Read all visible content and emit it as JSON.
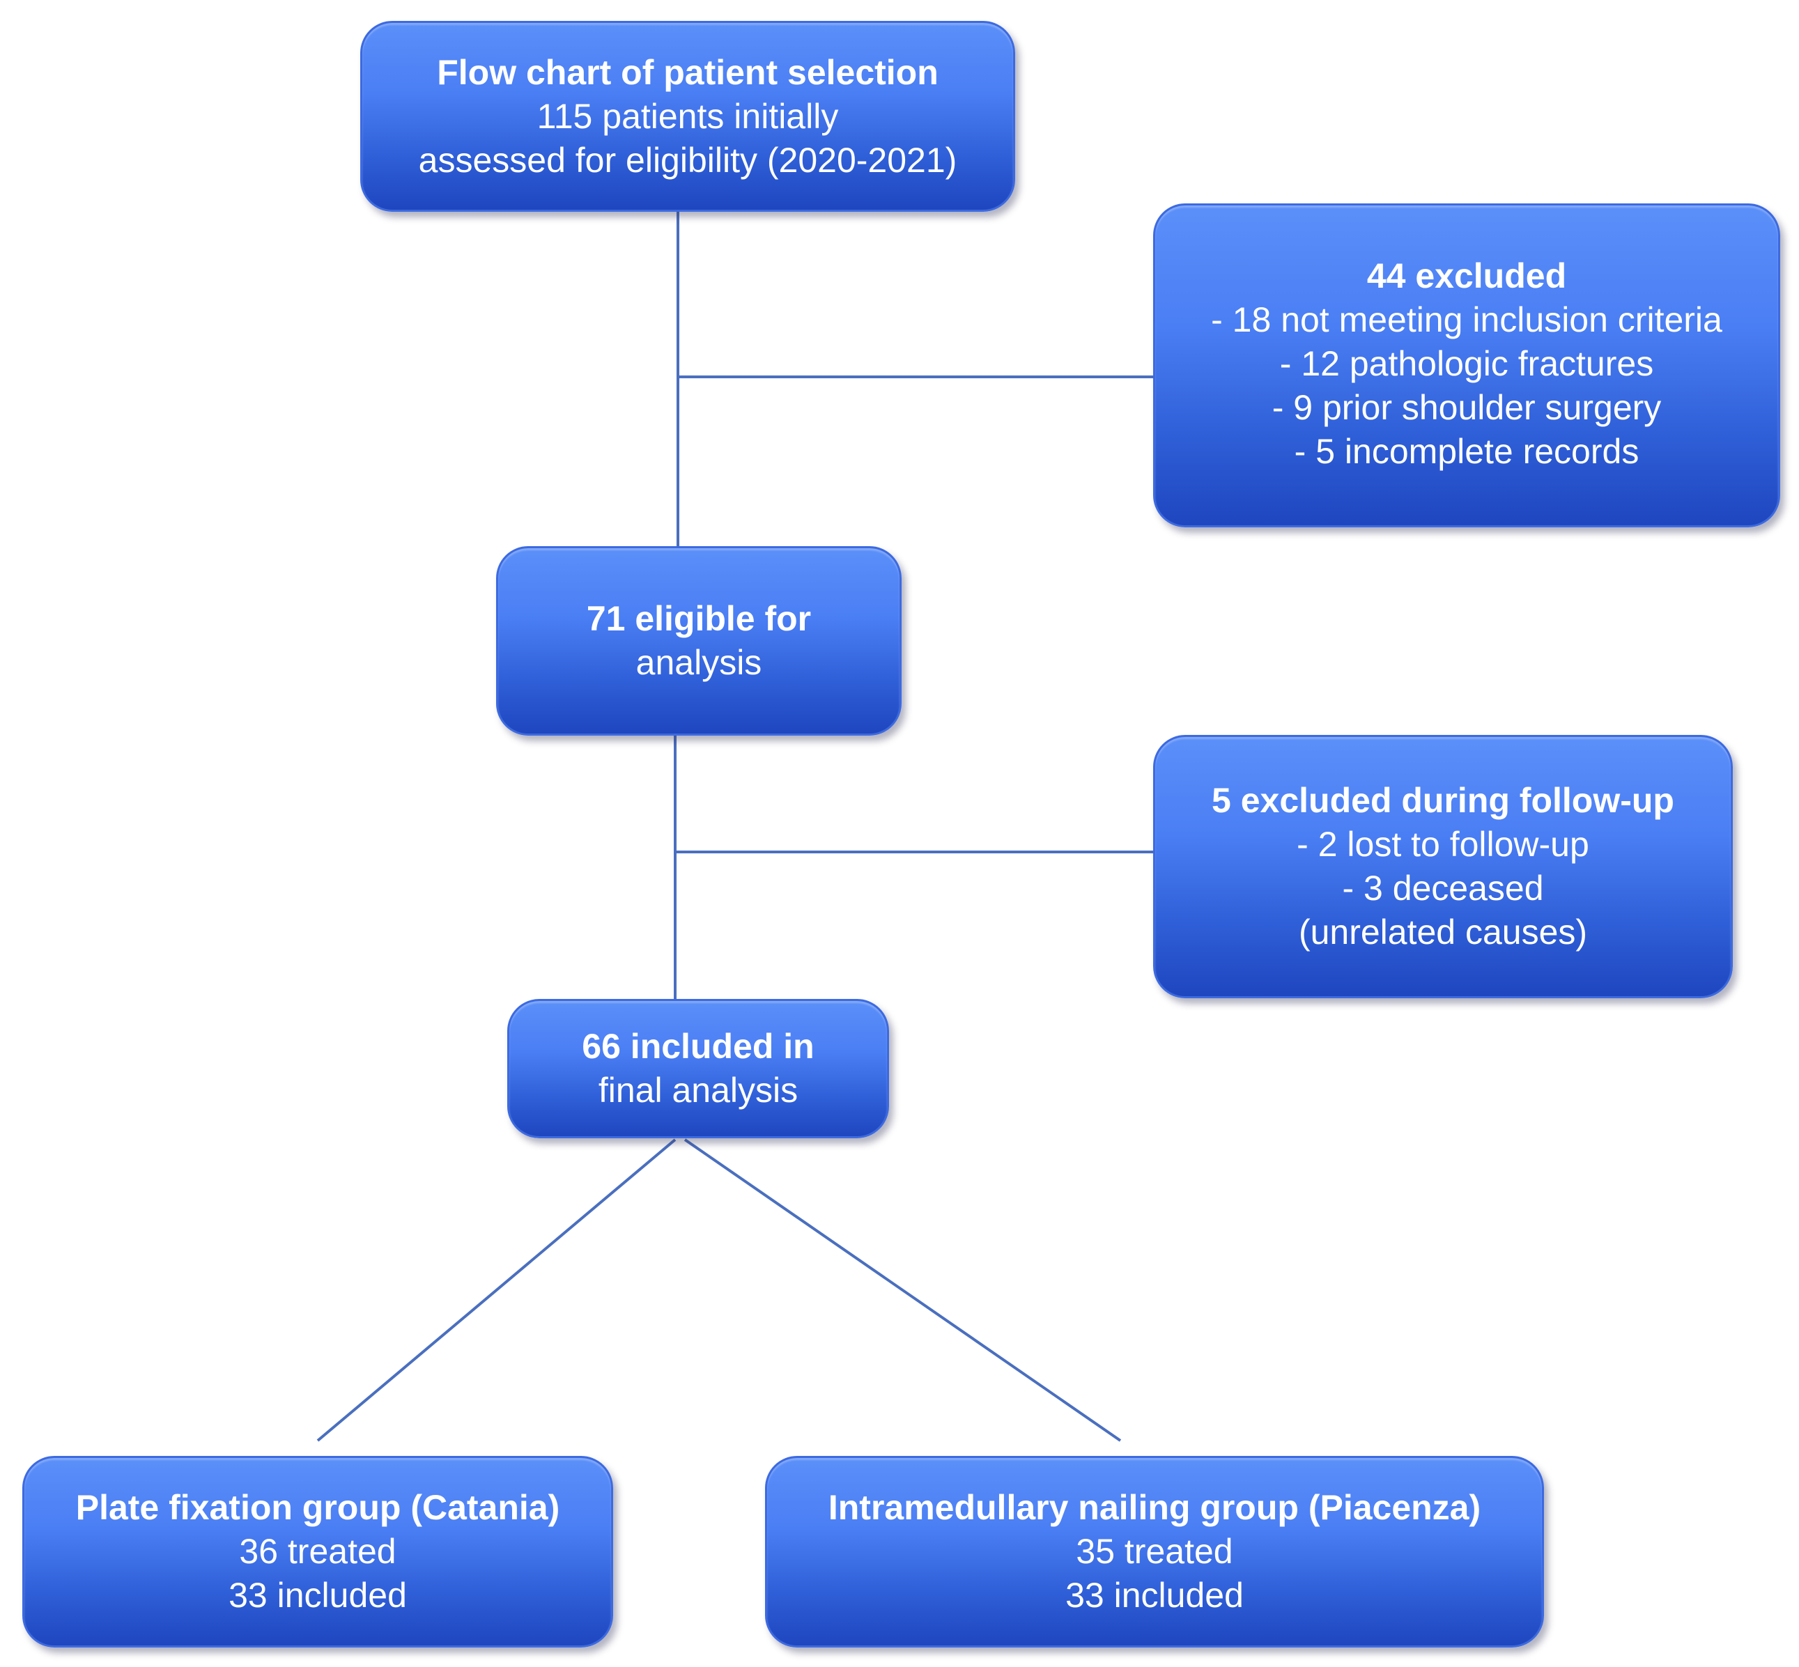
{
  "colors": {
    "box_top": "#5b8ff9",
    "box_bottom": "#1e46bf",
    "box_text": "#ffffff",
    "connector": "#4a6fbf"
  },
  "boxes": {
    "initial": {
      "title": "Flow chart of patient selection",
      "lines": [
        "115 patients initially",
        "assessed for eligibility (2020-2021)"
      ]
    },
    "excluded_initial": {
      "title": "44 excluded",
      "lines": [
        "- 18 not meeting inclusion criteria",
        "- 12 pathologic fractures",
        "- 9 prior shoulder surgery",
        "- 5 incomplete records"
      ]
    },
    "eligible": {
      "title": "71 eligible for",
      "lines": [
        "analysis"
      ]
    },
    "excluded_followup": {
      "title": "5 excluded during follow-up",
      "lines": [
        "- 2 lost to follow-up",
        "- 3 deceased",
        "(unrelated causes)"
      ]
    },
    "final": {
      "title": "66 included in",
      "lines": [
        "final analysis"
      ]
    },
    "plate_group": {
      "title": "Plate fixation group (Catania)",
      "lines": [
        "36 treated",
        "33 included"
      ]
    },
    "nail_group": {
      "title": "Intramedullary nailing group (Piacenza)",
      "lines": [
        "35 treated",
        "33 included"
      ]
    }
  }
}
